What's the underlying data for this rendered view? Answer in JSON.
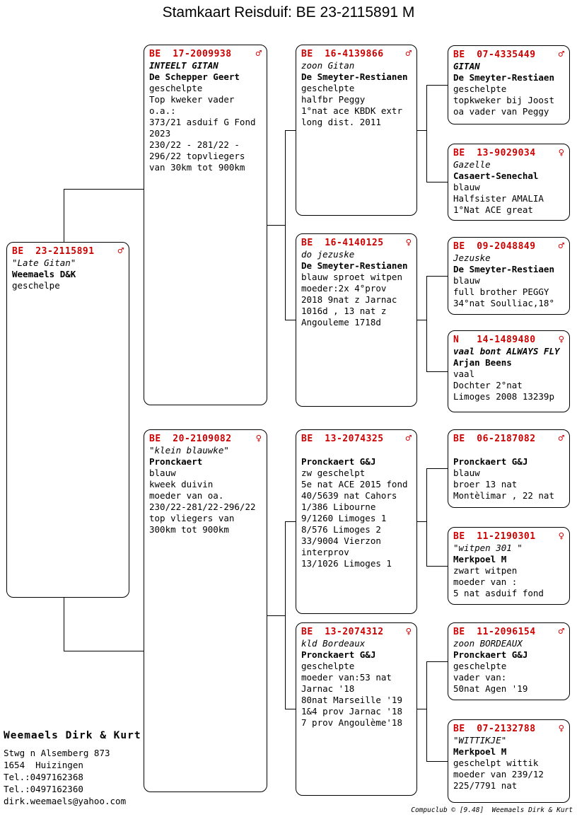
{
  "title": "Stamkaart Reisduif: BE  23-2115891 M",
  "colors": {
    "accent_red": "#cc0000",
    "line_black": "#000000",
    "background": "#ffffff"
  },
  "boxes": {
    "subject": {
      "ring": "BE  23-2115891",
      "sex": "♂",
      "name": "\"Late Gitan\"",
      "name_bold": false,
      "breeder": "Weemaels D&K",
      "details": "geschelpe"
    },
    "father": {
      "ring": "BE  17-2009938",
      "sex": "♂",
      "name": "INTEELT GITAN",
      "name_bold": true,
      "breeder": "De Schepper Geert",
      "details": "geschelpte\nTop kweker vader\no.a.:\n373/21 asduif G Fond\n2023\n230/22 - 281/22 -\n296/22 topvliegers\nvan 30km tot 900km"
    },
    "mother": {
      "ring": "BE  20-2109082",
      "sex": "♀",
      "name": "\"klein blauwke\"",
      "name_bold": false,
      "breeder": "Pronckaert",
      "details": "blauw\nkweek duivin\nmoeder van oa.\n230/22-281/22-296/22\ntop vliegers van\n300km tot 900km"
    },
    "ff": {
      "ring": "BE  16-4139866",
      "sex": "♂",
      "name": "zoon Gitan",
      "name_bold": false,
      "breeder": "De Smeyter-Restianen",
      "details": "geschelpte\nhalfbr Peggy\n1°nat ace KBDK extr\nlong dist. 2011"
    },
    "fm": {
      "ring": "BE  16-4140125",
      "sex": "♀",
      "name": "do jezuske",
      "name_bold": false,
      "breeder": "De Smeyter-Restianen",
      "details": "blauw sproet witpen\nmoeder:2x 4°prov\n2018 9nat z Jarnac\n1016d , 13 nat z\nAngouleme 1718d"
    },
    "mf": {
      "ring": "BE  13-2074325",
      "sex": "♂",
      "name": "",
      "name_bold": false,
      "breeder": "Pronckaert G&J",
      "details": "zw geschelpt\n5e nat ACE 2015 fond\n40/5639 nat Cahors\n1/386 Libourne\n9/1260 Limoges 1\n8/576 Limoges 2\n33/9004 Vierzon\ninterprov\n13/1026 Limoges 1"
    },
    "mm": {
      "ring": "BE  13-2074312",
      "sex": "♀",
      "name": "kld Bordeaux",
      "name_bold": false,
      "breeder": "Pronckaert G&J",
      "details": "geschelpte\nmoeder van:53 nat\nJarnac '18\n80nat Marseille '19\n1&4 prov Jarnac '18\n7 prov Angoulème'18"
    },
    "fff": {
      "ring": "BE  07-4335449",
      "sex": "♂",
      "name": "GITAN",
      "name_bold": true,
      "breeder": "De Smeyter-Restiaen",
      "details": "geschelpte\ntopkweker bij Joost\noa vader van Peggy"
    },
    "ffm": {
      "ring": "BE  13-9029034",
      "sex": "♀",
      "name": "Gazelle",
      "name_bold": false,
      "breeder": "Casaert-Senechal",
      "details": "blauw\nHalfsister AMALIA\n1°Nat ACE great"
    },
    "fmf": {
      "ring": "BE  09-2048849",
      "sex": "♂",
      "name": "Jezuske",
      "name_bold": false,
      "breeder": "De Smeyter-Restiaen",
      "details": "blauw\nfull brother PEGGY\n34°nat Soulliac,18°"
    },
    "fmm": {
      "ring": "N   14-1489480",
      "sex": "♀",
      "name": "vaal bont ALWAYS FLY",
      "name_bold": true,
      "breeder": "Arjan Beens",
      "details": "vaal\nDochter 2°nat\nLimoges 2008 13239p"
    },
    "mff": {
      "ring": "BE  06-2187082",
      "sex": "♂",
      "name": "",
      "name_bold": false,
      "breeder": "Pronckaert G&J",
      "details": "blauw\nbroer 13 nat\nMontèlimar , 22 nat"
    },
    "mfm": {
      "ring": "BE  11-2190301",
      "sex": "♀",
      "name": "\"witpen 301 \"",
      "name_bold": false,
      "breeder": "Merkpoel M",
      "details": "zwart witpen\nmoeder van :\n5 nat asduif fond"
    },
    "mmf": {
      "ring": "BE  11-2096154",
      "sex": "♂",
      "name": "zoon BORDEAUX",
      "name_bold": false,
      "breeder": "Pronckaert G&J",
      "details": "geschelpte\nvader van:\n50nat Agen '19"
    },
    "mmm": {
      "ring": "BE  07-2132788",
      "sex": "♀",
      "name": "\"WITTIKJE\"",
      "name_bold": false,
      "breeder": "Merkpoel M",
      "details": "geschelpt wittik\nmoeder van 239/12\n225/7791 nat"
    }
  },
  "owner": {
    "name": "Weemaels Dirk & Kurt",
    "address": "Stwg n Alsemberg 873\n1654  Huizingen\nTel.:0497162368\nTel.:0497162360\ndirk.weemaels@yahoo.com"
  },
  "footer": {
    "text": "Compuclub © [9.48]  Weemaels Dirk & Kurt"
  }
}
